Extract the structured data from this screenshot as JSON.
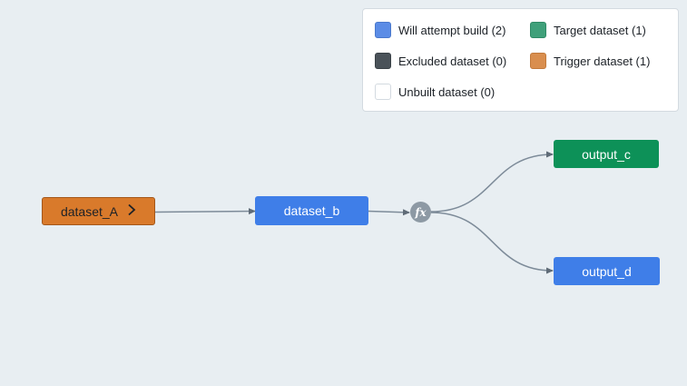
{
  "colors": {
    "background": "#e8eef2",
    "will_attempt_build": "#3f7ee8",
    "target": "#0d9158",
    "excluded": "#4a5259",
    "trigger": "#d97a2b",
    "unbuilt": "#ffffff",
    "edge": "#7d8b99",
    "fx_node": "#8d99a4"
  },
  "legend": {
    "items": [
      {
        "key": "will_attempt_build",
        "label": "Will attempt build (2)",
        "swatch_color": "#5b8ce6",
        "swatch_border": "#4a78cc"
      },
      {
        "key": "target",
        "label": "Target dataset (1)",
        "swatch_color": "#3fa07a",
        "swatch_border": "#2f8a66"
      },
      {
        "key": "excluded",
        "label": "Excluded dataset (0)",
        "swatch_color": "#4a5259",
        "swatch_border": "#3a4147"
      },
      {
        "key": "trigger",
        "label": "Trigger dataset (1)",
        "swatch_color": "#d98e4e",
        "swatch_border": "#c27a3c"
      },
      {
        "key": "unbuilt",
        "label": "Unbuilt dataset (0)",
        "swatch_color": "#ffffff",
        "swatch_border": "#d3dae0"
      }
    ]
  },
  "graph": {
    "nodes": {
      "dataset_a": {
        "label": "dataset_A",
        "type": "trigger",
        "expand_icon": "chevron-right-icon"
      },
      "dataset_b": {
        "label": "dataset_b",
        "type": "will_attempt_build"
      },
      "transform": {
        "label": "fx",
        "type": "transform",
        "icon": "function-icon"
      },
      "output_c": {
        "label": "output_c",
        "type": "target"
      },
      "output_d": {
        "label": "output_d",
        "type": "will_attempt_build"
      }
    },
    "edges": [
      {
        "from": "dataset_A",
        "to": "dataset_b"
      },
      {
        "from": "dataset_b",
        "to": "fx"
      },
      {
        "from": "fx",
        "to": "output_c"
      },
      {
        "from": "fx",
        "to": "output_d"
      }
    ]
  }
}
